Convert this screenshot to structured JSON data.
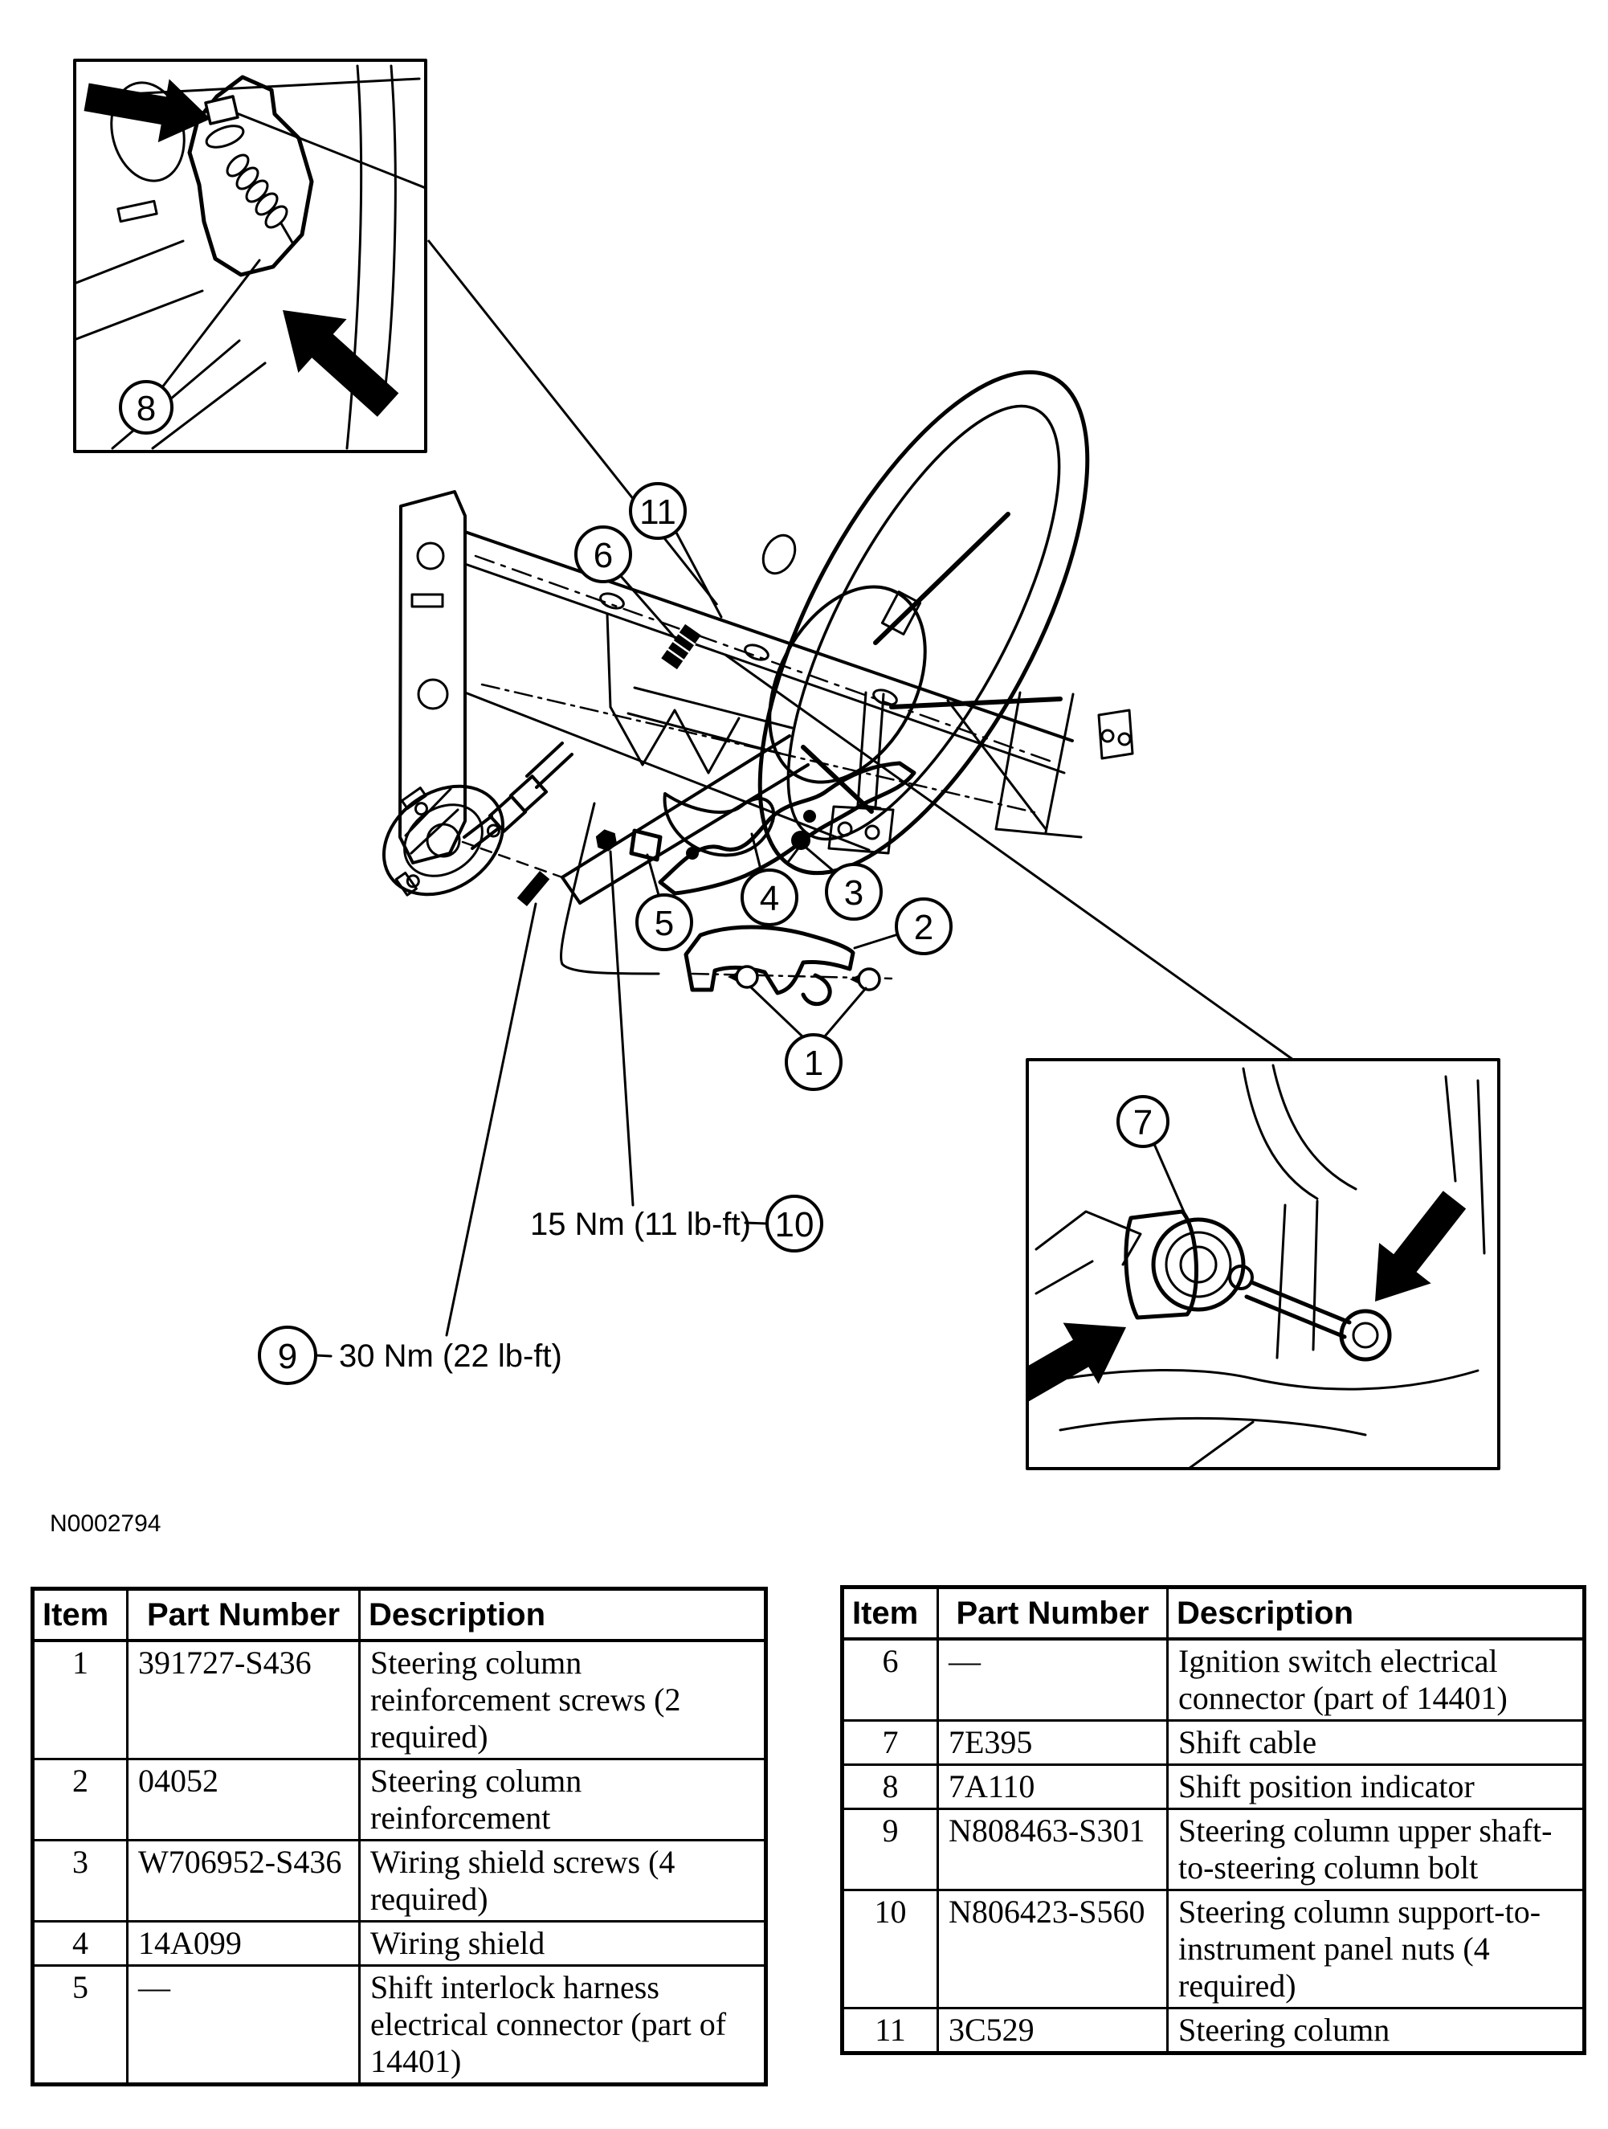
{
  "page": {
    "background": "#ffffff",
    "ink": "#000000"
  },
  "figure": {
    "id": "N0002794"
  },
  "labels": {
    "torque_item10": "15 Nm (11 lb-ft)",
    "torque_item9": "30 Nm (22 lb-ft)"
  },
  "callouts": {
    "c1": "1",
    "c2": "2",
    "c3": "3",
    "c4": "4",
    "c5": "5",
    "c6": "6",
    "c7": "7",
    "c8": "8",
    "c9": "9",
    "c10": "10",
    "c11": "11"
  },
  "tables": {
    "left": {
      "headers": [
        "Item",
        "Part Number",
        "Description"
      ],
      "rows": [
        {
          "item": "1",
          "part": "391727-S436",
          "desc": "Steering column reinforcement screws (2 required)"
        },
        {
          "item": "2",
          "part": "04052",
          "desc": "Steering column reinforcement"
        },
        {
          "item": "3",
          "part": "W706952-S436",
          "desc": "Wiring shield screws (4 required)"
        },
        {
          "item": "4",
          "part": "14A099",
          "desc": "Wiring shield"
        },
        {
          "item": "5",
          "part": "—",
          "desc": "Shift interlock harness electrical connector (part of 14401)"
        }
      ]
    },
    "right": {
      "headers": [
        "Item",
        "Part Number",
        "Description"
      ],
      "rows": [
        {
          "item": "6",
          "part": "—",
          "desc": "Ignition switch electrical connector (part of 14401)"
        },
        {
          "item": "7",
          "part": "7E395",
          "desc": "Shift cable"
        },
        {
          "item": "8",
          "part": "7A110",
          "desc": "Shift position indicator"
        },
        {
          "item": "9",
          "part": "N808463-S301",
          "desc": "Steering column upper shaft-to-steering column bolt"
        },
        {
          "item": "10",
          "part": "N806423-S560",
          "desc": "Steering column support-to-instrument panel nuts (4 required)"
        },
        {
          "item": "11",
          "part": "3C529",
          "desc": "Steering column"
        }
      ]
    }
  }
}
